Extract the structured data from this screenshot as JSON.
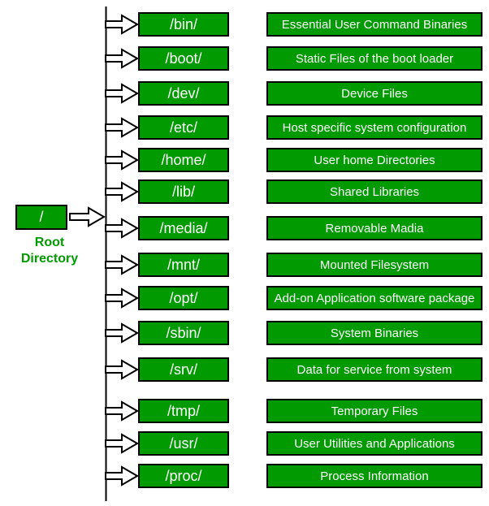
{
  "root": {
    "symbol": "/",
    "label": "Root\nDirectory"
  },
  "rows": [
    {
      "dir": "/bin/",
      "desc": "Essential User Command Binaries"
    },
    {
      "dir": "/boot/",
      "desc": "Static Files of the boot loader"
    },
    {
      "dir": "/dev/",
      "desc": "Device Files"
    },
    {
      "dir": "/etc/",
      "desc": "Host specific system configuration"
    },
    {
      "dir": "/home/",
      "desc": "User home Directories"
    },
    {
      "dir": "/lib/",
      "desc": "Shared Libraries"
    },
    {
      "dir": "/media/",
      "desc": "Removable Madia"
    },
    {
      "dir": "/mnt/",
      "desc": "Mounted Filesystem"
    },
    {
      "dir": "/opt/",
      "desc": "Add-on Application software package"
    },
    {
      "dir": "/sbin/",
      "desc": "System Binaries"
    },
    {
      "dir": "/srv/",
      "desc": "Data for service from system"
    },
    {
      "dir": "/tmp/",
      "desc": "Temporary Files"
    },
    {
      "dir": "/usr/",
      "desc": "User Utilities and Applications"
    },
    {
      "dir": "/proc/",
      "desc": "Process Information"
    }
  ],
  "colors": {
    "box_fill": "#019a01",
    "box_border": "#000000",
    "box_text": "#ffffff",
    "root_label_text": "#019a01",
    "connector": "#000000",
    "arrow_fill": "#ffffff"
  }
}
